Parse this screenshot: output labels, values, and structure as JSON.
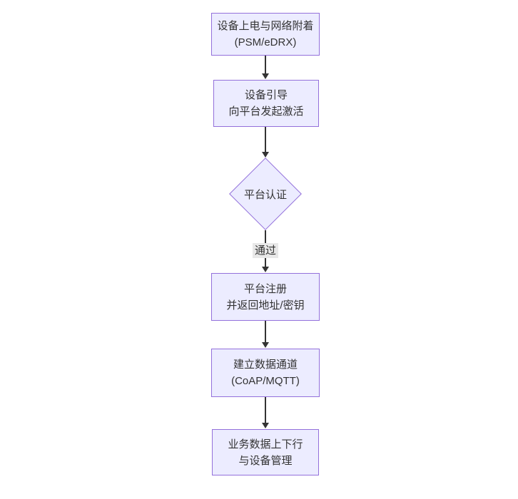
{
  "diagram": {
    "type": "flowchart",
    "direction": "top-down"
  },
  "nodes": [
    {
      "id": "device-power-attach",
      "type": "process",
      "lines": [
        "设备上电与网络附着",
        "(PSM/eDRX)"
      ]
    },
    {
      "id": "device-bootstrap",
      "type": "process",
      "lines": [
        "设备引导",
        "向平台发起激活"
      ]
    },
    {
      "id": "platform-auth",
      "type": "decision",
      "lines": [
        "平台认证"
      ]
    },
    {
      "id": "platform-register",
      "type": "process",
      "lines": [
        "平台注册",
        "并返回地址/密钥"
      ]
    },
    {
      "id": "data-channel",
      "type": "process",
      "lines": [
        "建立数据通道",
        "(CoAP/MQTT)"
      ]
    },
    {
      "id": "business-data",
      "type": "process",
      "lines": [
        "业务数据上下行",
        "与设备管理"
      ]
    }
  ],
  "edges": [
    {
      "from": "device-power-attach",
      "to": "device-bootstrap",
      "label": ""
    },
    {
      "from": "device-bootstrap",
      "to": "platform-auth",
      "label": ""
    },
    {
      "from": "platform-auth",
      "to": "platform-register",
      "label": "通过"
    },
    {
      "from": "platform-register",
      "to": "data-channel",
      "label": ""
    },
    {
      "from": "data-channel",
      "to": "business-data",
      "label": ""
    }
  ],
  "colors": {
    "node_fill": "#ECECFF",
    "node_border": "#9370DB",
    "edge": "#333333",
    "text": "#333333",
    "edge_label_bg": "#e8e8e8",
    "background": "#ffffff"
  }
}
